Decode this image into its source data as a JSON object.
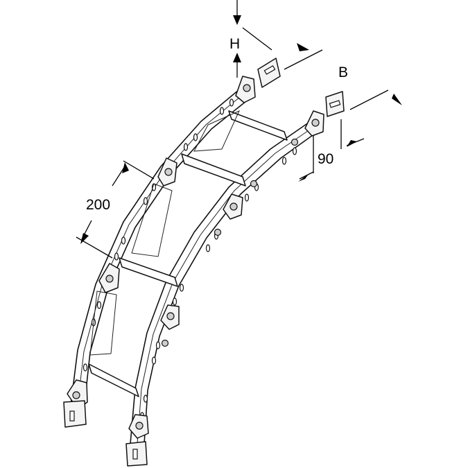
{
  "dimensions": {
    "height_label": "H",
    "width_label": "B",
    "rung_spacing": "200",
    "rail_height": "90"
  },
  "colors": {
    "line": "#111111",
    "background": "#ffffff",
    "plate_fill": "#f4f4f4",
    "bolt_fill": "#cfcfcf"
  }
}
